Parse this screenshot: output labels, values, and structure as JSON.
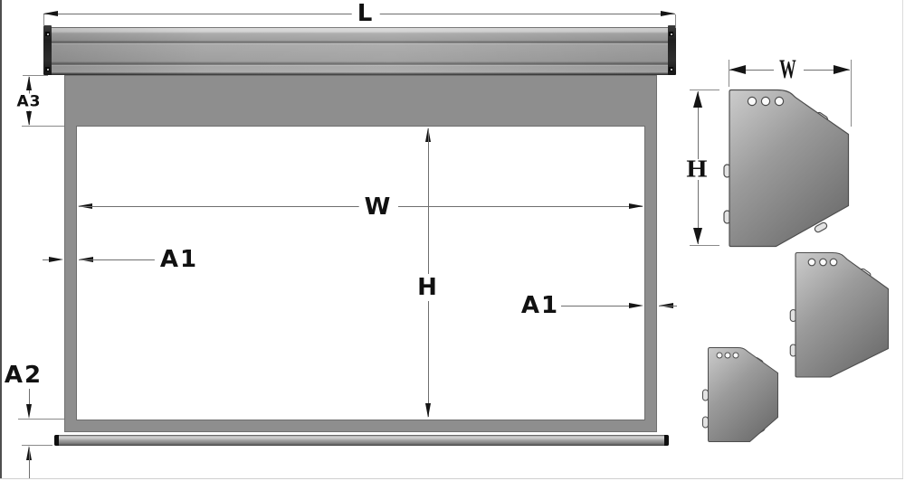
{
  "drawing": {
    "front_view": {
      "length_label": "L",
      "top_border_label": "A3",
      "left_border_label": "A1",
      "right_border_label": "A1",
      "bottom_border_label": "A2",
      "width_label": "W",
      "height_label": "H"
    },
    "side_view": {
      "width_label": "W",
      "height_label": "H"
    },
    "colors": {
      "frame_gray": "#8e8e8e",
      "casing_gray": "#9a9a9a",
      "casing_highlight": "#d2d2d2",
      "bracket_dark": "#1f1f1f",
      "endcap_light": "#cccccc",
      "endcap_dark": "#6f6f6f",
      "screen_white": "#ffffff",
      "dimension_line": "#6f6f6f",
      "extension_line": "#8a8a8a",
      "arrow_color": "#151515",
      "text_color": "#111111"
    }
  }
}
